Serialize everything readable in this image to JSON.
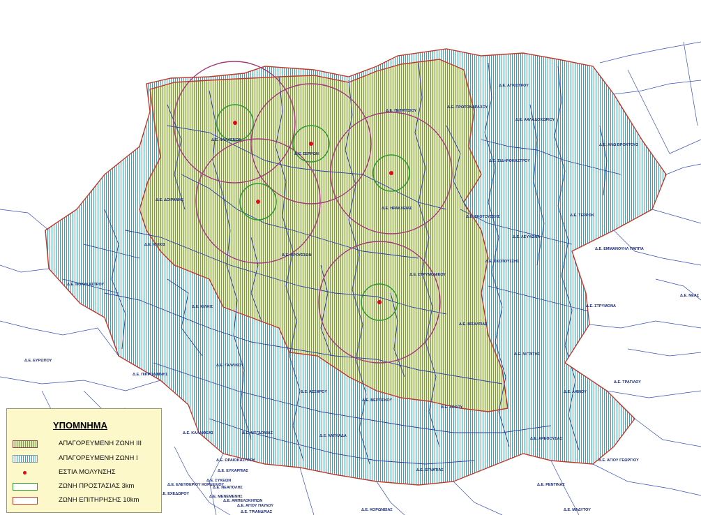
{
  "colors": {
    "zone3_fill": "#7e9b3a",
    "zone1_fill": "#3aa0b8",
    "focus": "#e2071a",
    "protection": "#2f9a2f",
    "surveillance": "#a33a7a",
    "boundary": "#c0392b",
    "roads": "#2a3fa0",
    "legend_bg": "#fdf8c9"
  },
  "municipalities": [
    {
      "name": "Δ.Ε. ΑΓΚΙΣΤΡΟΥ"
    },
    {
      "name": "Δ.Ε. ΠΡΩΤΟΝΑΡΑΧΟΥ"
    },
    {
      "name": "Δ.Ε. ΑΧΛΑΔΟΧΩΡΙΟΥ"
    },
    {
      "name": "Δ.Ε. ΠΕΤΡΙΤΣΙΟΥ"
    },
    {
      "name": "Δ.Ε. ΑΝΩ ΒΡΟΝΤΟΥΣ"
    },
    {
      "name": "Δ.Ε. ΦΥΛΛΕΝΩΝ"
    },
    {
      "name": "Δ.Ε. ΣΙΔΗΡΟΚΑΣΤΡΟΥ"
    },
    {
      "name": "Δ.Ε. ΣΕΡΡΩΝ"
    },
    {
      "name": "Δ.Ε. ΔΟΙΡΑΝΗΣ"
    },
    {
      "name": "Δ.Ε. ΗΡΑΚΛΕΙΑΣ"
    },
    {
      "name": "Δ.Ε. ΣΚΟΤΟΥΣΣΗΣ"
    },
    {
      "name": "Δ.Ε. ΤΕΡΡΟΚ"
    },
    {
      "name": "Δ.Ε. ΛΕΥΚΩΝΑ"
    },
    {
      "name": "Δ.Ε. ΚΙΛΚΙΣ"
    },
    {
      "name": "Δ.Ε. ΚΡΟΥΣΣΩΝ"
    },
    {
      "name": "Δ.Ε. ΕΜΜΑΝΟΥΗΛ ΠΑΠΠΑ"
    },
    {
      "name": "Δ.Ε. ΠΟΛΥΚΑΣΤΡΟΥ"
    },
    {
      "name": "Δ.Ε. ΣΤΡΥΜΟΝΙΚΟΥ"
    },
    {
      "name": "Δ.Ε. ΣΚΟΤΟΥΣΣΗΣ"
    },
    {
      "name": "Δ.Ε. ΣΤΡΥΜΟΝΑ"
    },
    {
      "name": "Δ.Ε. ΒΙΣΑΛΤΙΑΣ"
    },
    {
      "name": "Δ.Ε. ΚΙΛΚΙΣ"
    },
    {
      "name": "Δ.Ε. ΓΑΛΛΙΚΟΥ"
    },
    {
      "name": "Δ.Ε. ΑΣΣΗΡΟΥ"
    },
    {
      "name": "Δ.Ε. ΝΙΓΡΙΤΗΣ"
    },
    {
      "name": "Δ.Ε. ΕΥΡΩΠΟΥ"
    },
    {
      "name": "Δ.Ε. ΠΙΚΡΟΛΙΜΝΗΣ"
    },
    {
      "name": "Δ.Ε. ΒΕΡΤΙΣΚΟΥ"
    },
    {
      "name": "Δ.Ε. ΣΟΧΟΥ"
    },
    {
      "name": "Δ.Ε. ΚΑΛΛΙΘΕΑΣ"
    },
    {
      "name": "Δ.Ε. ΜΥΓΔΟΝΙΑΣ"
    },
    {
      "name": "Δ.Ε. ΛΑΓΚΑΔΑ"
    },
    {
      "name": "Δ.Ε. ΑΡΕΘΟΥΣΑΣ"
    },
    {
      "name": "Δ.Ε. ΑΧΙΝΟΥ"
    },
    {
      "name": "Δ.Ε. ΤΡΑΓΙΛΟΥ"
    },
    {
      "name": "Δ.Ε. ΑΓΙΟΥ ΓΕΩΡΓΙΟΥ"
    },
    {
      "name": "Δ.Ε. ΕΓΝΑΤΙΑΣ"
    },
    {
      "name": "Δ.Ε. ΡΕΝΤΙΝΑΣ"
    },
    {
      "name": "Δ.Ε. ΚΟΡΩΝΕΙΑΣ"
    },
    {
      "name": "Δ.Ε. ΜΑΔΥΤΟΥ"
    },
    {
      "name": "Δ.Ε. ΕΛΕΥΘΕΡΙΟΥ ΚΟΡΔΕΛΙΟΥ"
    },
    {
      "name": "Δ.Ε. ΕΧΕΔΩΡΟΥ"
    },
    {
      "name": "Δ.Ε. ΜΕΝΕΜΕΝΗΣ"
    },
    {
      "name": "Δ.Ε. ΝΕΑΠΟΛΗΣ"
    },
    {
      "name": "Δ.Ε. ΑΓΙΟΥ ΠΑΥΛΟΥ"
    },
    {
      "name": "Δ.Ε. ΤΡΙΑΝΔΡΙΑΣ"
    },
    {
      "name": "Δ.Ε. ΑΜΠΕΛΟΚΗΠΩΝ"
    },
    {
      "name": "Δ.Ε. ΣΥΚΕΩΝ"
    },
    {
      "name": "Δ.Ε. ΕΥΚΑΡΠΙΑΣ"
    },
    {
      "name": "Δ.Ε. ΩΡΑΙΟΚΑΣΤΡΟΥ"
    },
    {
      "name": "Δ.Ε. ΝΕΑΣ"
    }
  ],
  "legend": {
    "title": "ΥΠΟΜΝΗΜΑ",
    "items": [
      {
        "label": "ΑΠΑΓΟΡΕΥΜΕΝΗ ΖΩΝΗ ΙΙΙ"
      },
      {
        "label": "ΑΠΑΓΟΡΕΥΜΕΝΗ ΖΩΝΗ Ι"
      },
      {
        "label": "ΕΣΤΙΑ ΜΟΛΥΝΣΗΣ"
      },
      {
        "label": "ΖΩΝΗ ΠΡΟΣΤΑΣΙΑΣ 3km"
      },
      {
        "label": "ΖΩΝΗ ΕΠΙΤΗΡΗΣΗΣ 10km"
      }
    ]
  }
}
